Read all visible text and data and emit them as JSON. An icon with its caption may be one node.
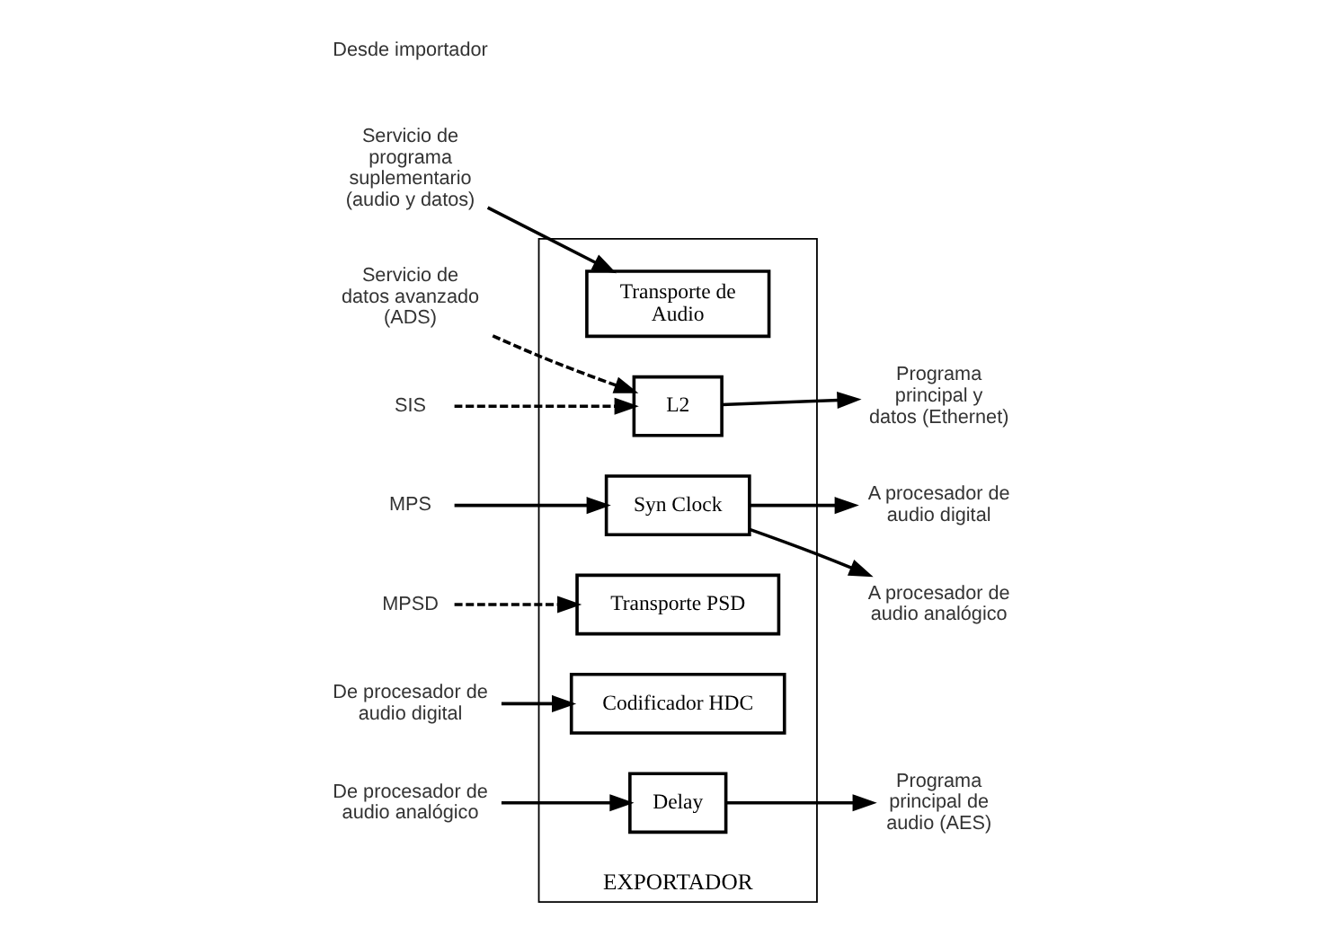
{
  "diagram": {
    "nodes": [
      {
        "text": [
          "Servicio de programa suplementario (audio y datos)"
        ]
      },
      {
        "text": [
          "Servicio de datos avanzado (ADS)"
        ]
      },
      {
        "text": [
          "EXPORTADOR"
        ]
      },
      {
        "text": [
          "SIS"
        ]
      },
      {
        "text": [
          "Transporte de Audio"
        ],
        "in": 2
      },
      {
        "text": [
          "L2"
        ],
        "in": 2
      },
      {
        "text": [
          "MPS"
        ]
      },
      {
        "text": [
          "Codificador HDC"
        ],
        "in": 2
      },
      {
        "text": [
          "Programa principal y datos (Ethernet)"
        ]
      },
      {
        "text": [
          "MPSD"
        ]
      },
      {
        "text": [
          "Transporte PSD"
        ],
        "in": 2
      },
      {
        "text": [
          "Syn Clock"
        ],
        "in": 2
      },
      {
        "text": [
          "Delay"
        ],
        "in": 2
      },
      {
        "text": [
          "Programa principal de audio (AES)"
        ]
      },
      {
        "text": [
          "A procesador de audio digital"
        ]
      },
      {
        "text": [
          "De procesador de audio digital"
        ]
      },
      {
        "text": [
          "A procesador de audio analógico"
        ]
      },
      {
        "text": [
          "De procesador de audio analógico"
        ]
      }
    ],
    "edges": [
      {
        "from": 0,
        "to": 4,
        "arrow": "to"
      },
      {
        "from": 1,
        "to": 5,
        "arrow": "to",
        "style": "dashed"
      },
      {
        "from": 3,
        "to": 5,
        "arrow": "to",
        "style": "dashed"
      },
      {
        "from": 6,
        "to": 11,
        "arrow": "to"
      },
      {
        "from": 9,
        "to": 10,
        "arrow": "to",
        "style": "dashed"
      },
      {
        "from": 11,
        "to": 14,
        "arrow": "to"
      },
      {
        "from": 11,
        "to": 16,
        "arrow": "to"
      },
      {
        "from": 15,
        "to": 7,
        "arrow": "to"
      },
      {
        "from": 17,
        "to": 12,
        "arrow": "to"
      },
      {
        "from": 5,
        "to": 8,
        "arrow": "to"
      },
      {
        "from": 12,
        "to": 13,
        "arrow": "to"
      }
    ],
    "labels": [
      "Desde importador"
    ]
  }
}
